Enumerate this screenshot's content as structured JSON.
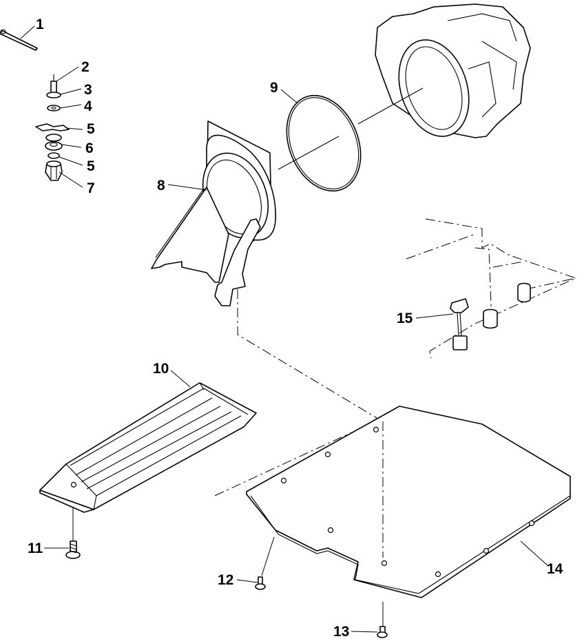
{
  "callouts": [
    {
      "id": "1",
      "text": "1"
    },
    {
      "id": "2",
      "text": "2"
    },
    {
      "id": "3",
      "text": "3"
    },
    {
      "id": "4",
      "text": "4"
    },
    {
      "id": "5a",
      "text": "5"
    },
    {
      "id": "6",
      "text": "6"
    },
    {
      "id": "5b",
      "text": "5"
    },
    {
      "id": "7",
      "text": "7"
    },
    {
      "id": "8",
      "text": "8"
    },
    {
      "id": "9",
      "text": "9"
    },
    {
      "id": "10",
      "text": "10"
    },
    {
      "id": "11",
      "text": "11"
    },
    {
      "id": "12",
      "text": "12"
    },
    {
      "id": "13",
      "text": "13"
    },
    {
      "id": "14",
      "text": "14"
    },
    {
      "id": "15",
      "text": "15"
    }
  ]
}
